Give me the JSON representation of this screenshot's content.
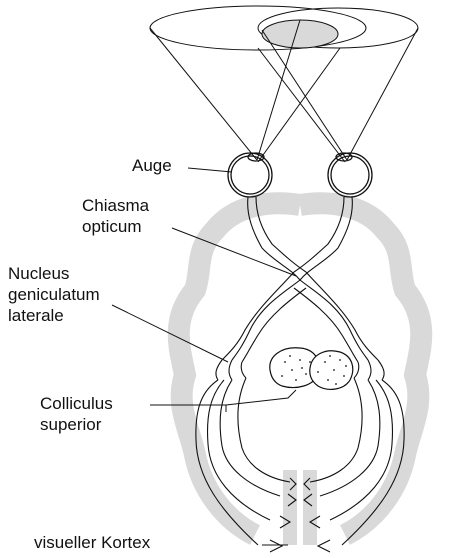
{
  "diagram": {
    "labels": {
      "auge": "Auge",
      "chiasma_opticum": "Chiasma\nopticum",
      "nucleus_geniculatum_laterale": "Nucleus\ngeniculatum\nlaterale",
      "colliculus_superior": "Colliculus\nsuperior",
      "visueller_kortex": "visueller Kortex"
    },
    "colors": {
      "line": "#111111",
      "brain_silhouette": "#d9d9d9",
      "background": "#ffffff"
    }
  }
}
